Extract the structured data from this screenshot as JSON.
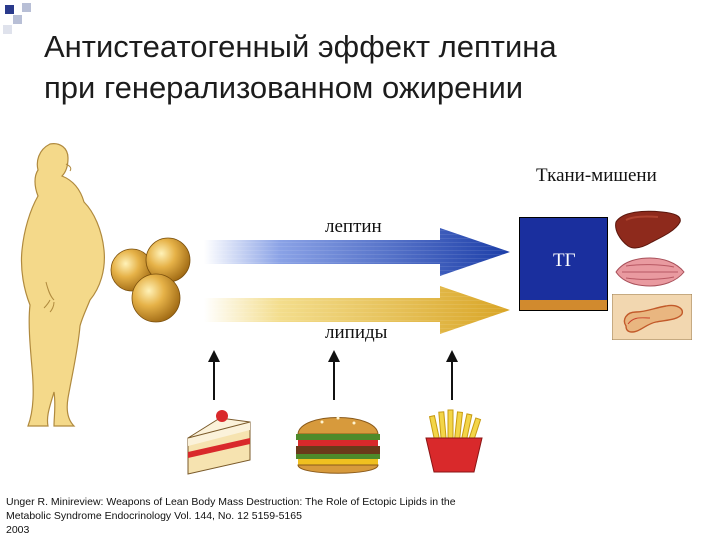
{
  "title": {
    "line1": "Антистеатогенный эффект лептина",
    "line2": "при генерализованном ожирении"
  },
  "diagram": {
    "target_tissues_label": "Ткани-мишени",
    "leptin_label": "лептин",
    "lipids_label": "липиды",
    "tg_label": "ТГ"
  },
  "citation": {
    "line1": "Unger R. Minireview: Weapons of Lean Body Mass Destruction: The Role of Ectopic Lipids in the",
    "line2": "Metabolic Syndrome Endocrinology Vol. 144, No. 12 5159-5165",
    "line3": "2003"
  },
  "colors": {
    "leptin_arrow": "#2c4fb8",
    "lipids_arrow": "#e1b93a",
    "tg_box": "#1a2f9e",
    "body_silhouette": "#f4d98a",
    "fat_cells": "#d9a33a",
    "corner_squares": "#2a3a8c"
  }
}
